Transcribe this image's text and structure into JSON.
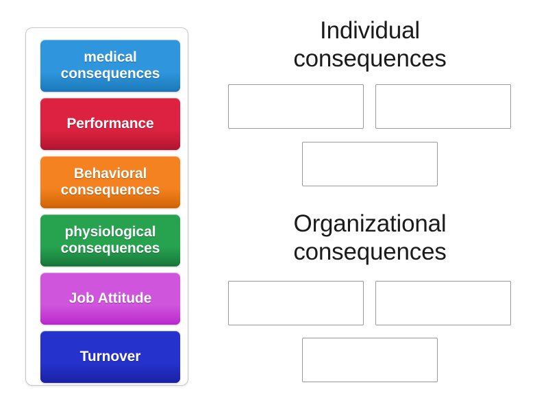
{
  "activity": {
    "type": "drag-and-drop-categorization"
  },
  "tray": {
    "tiles": [
      {
        "label": "medical consequences",
        "color": "#2f96dd",
        "color_dark": "#1b78b8"
      },
      {
        "label": "Performance",
        "color": "#dc2240",
        "color_dark": "#b2152f"
      },
      {
        "label": "Behavioral consequences",
        "color": "#f58220",
        "color_dark": "#d06405"
      },
      {
        "label": "physiological consequences",
        "color": "#27a350",
        "color_dark": "#17773a"
      },
      {
        "label": "Job Attitude",
        "color": "#d055dd",
        "color_dark": "#ba29cd"
      },
      {
        "label": "Turnover",
        "color": "#2532cc",
        "color_dark": "#1a22a5"
      }
    ]
  },
  "categories": [
    {
      "heading": "Individual\nconsequences",
      "zones": [
        {
          "value": ""
        },
        {
          "value": ""
        },
        {
          "value": ""
        }
      ]
    },
    {
      "heading": "Organizational\nconsequences",
      "zones": [
        {
          "value": ""
        },
        {
          "value": ""
        },
        {
          "value": ""
        }
      ]
    }
  ]
}
